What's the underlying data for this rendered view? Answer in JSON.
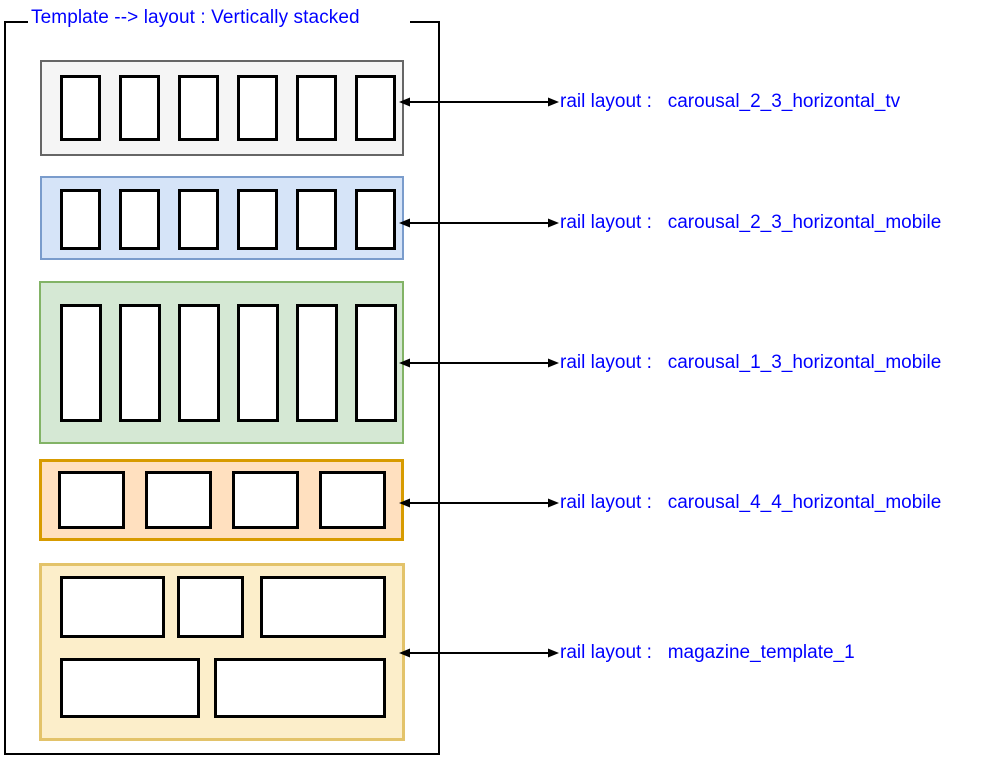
{
  "diagram": {
    "title": "Template --> layout : Vertically stacked",
    "accent_color": "#0000ff",
    "arrow_color": "#000000",
    "outer_border_color": "#000000"
  },
  "label_prefix": "rail layout :",
  "rails": [
    {
      "id": "carousal_2_3_horizontal_tv",
      "label_prefix": "rail layout :",
      "label_value": "carousal_2_3_horizontal_tv",
      "fill": "#f5f5f5",
      "stroke": "#666666",
      "card_count": 6,
      "card_shape": "portrait",
      "rows": 1
    },
    {
      "id": "carousal_2_3_horizontal_mobile",
      "label_prefix": "rail layout :",
      "label_value": "carousal_2_3_horizontal_mobile",
      "fill": "#d6e4f8",
      "stroke": "#7a9ccc",
      "card_count": 6,
      "card_shape": "portrait",
      "rows": 1
    },
    {
      "id": "carousal_1_3_horizontal_mobile",
      "label_prefix": "rail layout :",
      "label_value": "carousal_1_3_horizontal_mobile",
      "fill": "#d5e8d4",
      "stroke": "#82b366",
      "card_count": 6,
      "card_shape": "tall-portrait",
      "rows": 1
    },
    {
      "id": "carousal_4_4_horizontal_mobile",
      "label_prefix": "rail layout :",
      "label_value": "carousal_4_4_horizontal_mobile",
      "fill": "#ffe0bf",
      "stroke": "#d79b00",
      "card_count": 4,
      "card_shape": "square",
      "rows": 1
    },
    {
      "id": "magazine_template_1",
      "label_prefix": "rail layout :",
      "label_value": "magazine_template_1",
      "fill": "#fceeca",
      "stroke": "#e3c36a",
      "card_count": 5,
      "card_shape": "mixed-landscape",
      "rows": 2
    }
  ]
}
